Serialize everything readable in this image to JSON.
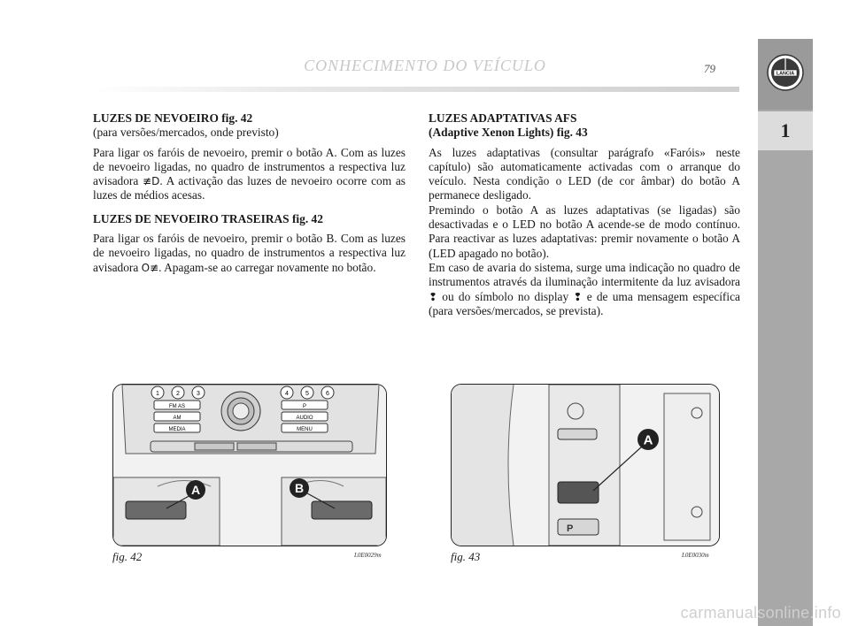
{
  "header": {
    "title": "CONHECIMENTO DO VEÍCULO",
    "page_number": "79"
  },
  "sidebar": {
    "brand": "LANCIA",
    "chapter": "1"
  },
  "left_column": {
    "section1": {
      "heading": "LUZES DE NEVOEIRO fig. 42",
      "subheading": "(para versões/mercados, onde previsto)",
      "body_before_icon": "Para ligar os faróis de nevoeiro, premir o botão A. Com as luzes de nevoeiro ligadas, no quadro de instrumentos a respectiva luz avisadora ",
      "icon": "≢D",
      "body_after_icon": ". A activação das luzes de nevoeiro ocorre com as luzes de médios acesas."
    },
    "section2": {
      "heading": "LUZES DE NEVOEIRO TRASEIRAS fig. 42",
      "body_before_icon": "Para ligar os faróis de nevoeiro, premir o botão B. Com as luzes de nevoeiro ligadas, no quadro de instrumentos a respectiva luz avisadora ",
      "icon": "O≢",
      "body_after_icon": ". Apagam-se ao carregar novamente no botão."
    }
  },
  "right_column": {
    "heading_line1": "LUZES ADAPTATIVAS AFS",
    "heading_line2": "(Adaptive Xenon Lights) fig. 43",
    "para1": "As luzes adaptativas (consultar parágrafo «Faróis» neste capítulo) são automaticamente activadas com o arranque do veículo. Nesta condição o LED (de cor âmbar) do botão A permanece desligado.",
    "para2": "Premindo o botão A as luzes adaptativas (se ligadas) são desactivadas e o LED no botão A acende-se de modo contínuo. Para reactivar as luzes adaptativas: premir novamente o botão A (LED apagado no botão).",
    "para3_part1": "Em caso de avaria do sistema, surge uma indicação no quadro de instrumentos através da iluminação intermitente da luz avisadora ",
    "para3_icon": "❢",
    "para3_part2": " ou do símbolo no display ",
    "para3_part3": " e de uma mensagem específica (para versões/mercados, se prevista)."
  },
  "figures": {
    "fig42": {
      "caption": "fig. 42",
      "code": "L0E0029m",
      "preset_buttons_left": [
        "1",
        "2",
        "3"
      ],
      "preset_buttons_right": [
        "4",
        "5",
        "6"
      ],
      "source_buttons_left": [
        "FM AS",
        "AM",
        "MEDIA"
      ],
      "source_buttons_right": [
        "P",
        "AUDIO",
        "MENU"
      ],
      "callout_a": "A",
      "callout_b": "B"
    },
    "fig43": {
      "caption": "fig. 43",
      "code": "L0E0030m",
      "callout_a": "A",
      "park_label": "P"
    }
  },
  "watermark": "carmanualsonline.info"
}
